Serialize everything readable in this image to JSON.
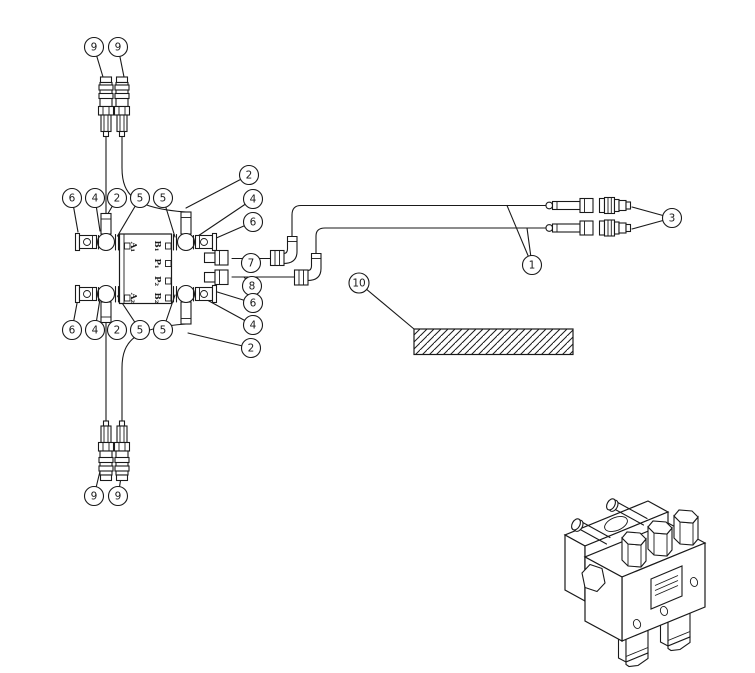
{
  "colors": {
    "ink": "#1a1a1a",
    "paper": "#ffffff"
  },
  "callouts": [
    {
      "label": "9"
    },
    {
      "label": "9"
    },
    {
      "label": "6"
    },
    {
      "label": "4"
    },
    {
      "label": "2"
    },
    {
      "label": "5"
    },
    {
      "label": "5"
    },
    {
      "label": "2"
    },
    {
      "label": "4"
    },
    {
      "label": "6"
    },
    {
      "label": "7"
    },
    {
      "label": "8"
    },
    {
      "label": "6"
    },
    {
      "label": "4"
    },
    {
      "label": "2"
    },
    {
      "label": "6"
    },
    {
      "label": "4"
    },
    {
      "label": "2"
    },
    {
      "label": "5"
    },
    {
      "label": "5"
    },
    {
      "label": "9"
    },
    {
      "label": "9"
    },
    {
      "label": "1"
    },
    {
      "label": "3"
    },
    {
      "label": "10"
    }
  ],
  "block_ports": {
    "a1": "A₁",
    "a2": "A₂",
    "b1": "B₁",
    "p1": "P₁",
    "p2": "P₂",
    "b2": "B₂"
  }
}
